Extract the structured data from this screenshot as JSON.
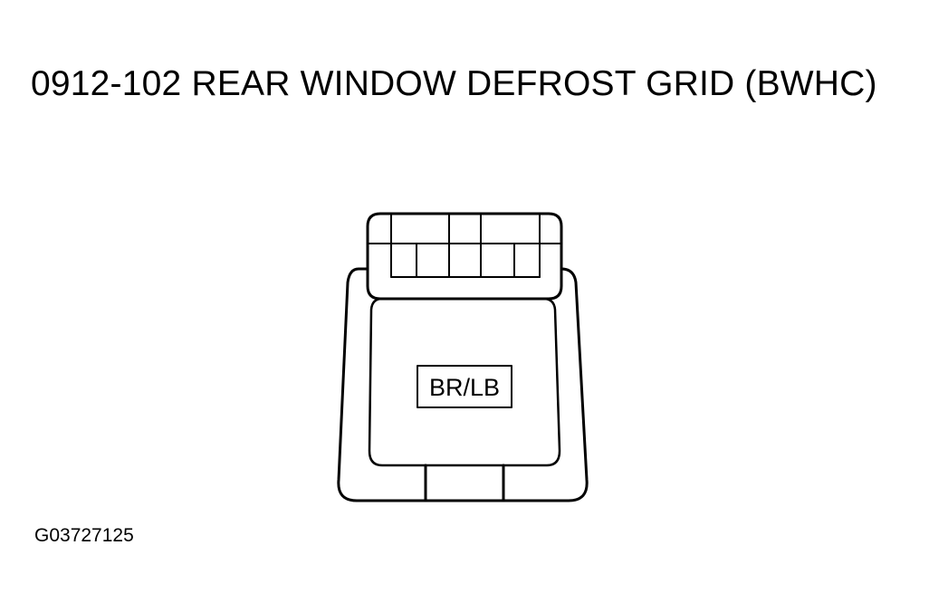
{
  "title": "0912-102 REAR WINDOW DEFROST GRID (BWHC)",
  "connector": {
    "wire_color_label": "BR/LB"
  },
  "figure_id": "G03727125",
  "colors": {
    "line": "#000000",
    "background": "#ffffff"
  }
}
